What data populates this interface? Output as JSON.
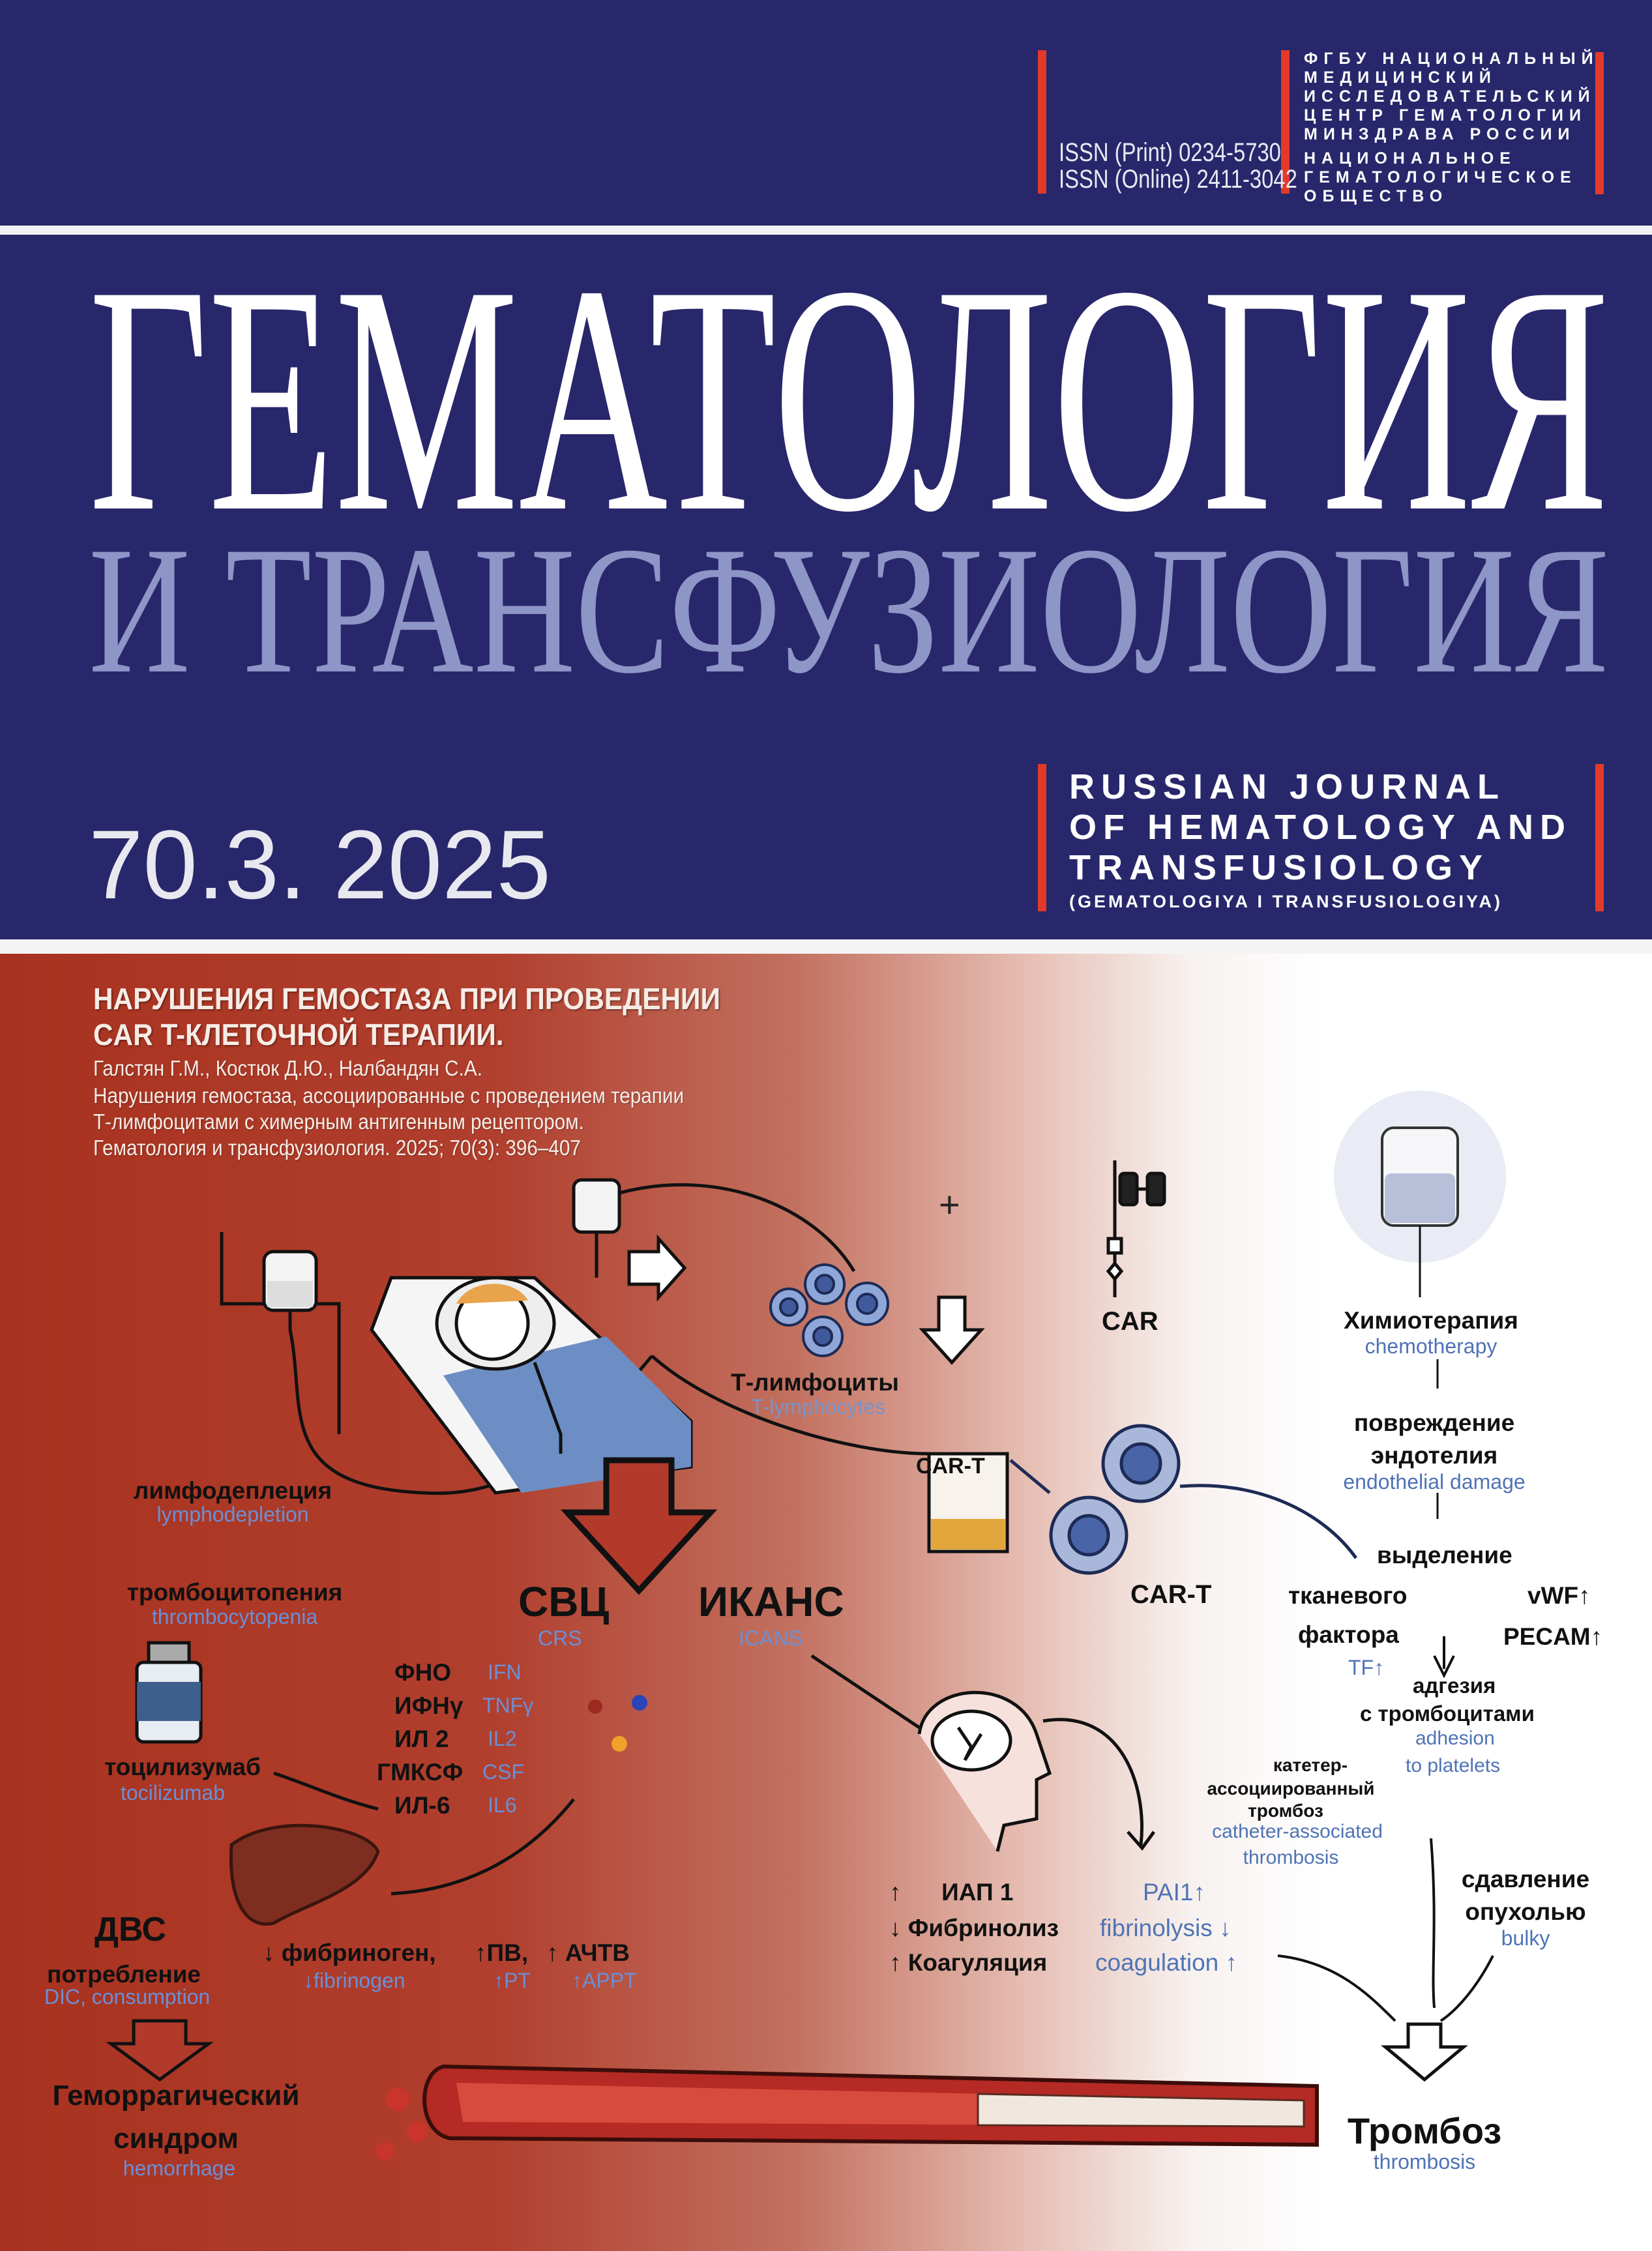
{
  "header": {
    "issn_print": "ISSN (Print) 0234-5730",
    "issn_online": "ISSN (Online) 2411-3042",
    "org_lines": [
      "ФГБУ НАЦИОНАЛЬНЫЙ",
      "МЕДИЦИНСКИЙ",
      "ИССЛЕДОВАТЕЛЬСКИЙ",
      "ЦЕНТР ГЕМАТОЛОГИИ",
      "МИНЗДРАВА РОССИИ"
    ],
    "society_lines": [
      "НАЦИОНАЛЬНОЕ",
      "ГЕМАТОЛОГИЧЕСКОЕ",
      "ОБЩЕСТВО"
    ],
    "accent_color": "#e23a2a",
    "background_color": "#28276b"
  },
  "masthead": {
    "title_line1": "ГЕМАТОЛОГИЯ",
    "title_line2": "И ТРАНСФУЗИОЛОГИЯ",
    "english_lines": [
      "RUSSIAN JOURNAL",
      "OF HEMATOLOGY AND",
      "TRANSFUSIOLOGY",
      "(GEMATOLOGIYA I TRANSFUSIOLOGIYA)"
    ],
    "issue": "70.3. 2025"
  },
  "article": {
    "title_lines": [
      "НАРУШЕНИЯ ГЕМОСТАЗА ПРИ ПРОВЕДЕНИИ",
      "CAR T-КЛЕТОЧНОЙ ТЕРАПИИ."
    ],
    "authors": "Галстян Г.М., Костюк Д.Ю., Налбандян С.А.",
    "citation_lines": [
      "Нарушения гемостаза, ассоциированные с проведением терапии",
      "Т-лимфоцитами с химерным антигенным рецептором.",
      "Гематология и трансфузиология. 2025; 70(3): 396–407"
    ]
  },
  "diagram": {
    "plus": "+",
    "lymphodepletion": {
      "ru": "лимфодеплеция",
      "en": "lymphodepletion"
    },
    "thrombocytopenia": {
      "ru": "тромбоцитопения",
      "en": "thrombocytopenia"
    },
    "tocilizumab": {
      "ru": "тоцилизумаб",
      "en": "tocilizumab"
    },
    "dic": {
      "ru": "ДВС",
      "ru2": "потребление",
      "en": "DIC, consumption"
    },
    "hemorrhage": {
      "ru1": "Геморрагический",
      "ru2": "синдром",
      "en": "hemorrhage"
    },
    "crs": {
      "ru": "СВЦ",
      "en": "CRS"
    },
    "icans": {
      "ru": "ИКАНС",
      "en": "ICANS"
    },
    "cytokines": [
      {
        "ru": "ФНО",
        "en": "IFN"
      },
      {
        "ru": "ИФНγ",
        "en": "TNFγ"
      },
      {
        "ru": "ИЛ 2",
        "en": "IL2"
      },
      {
        "ru": "ГМКСФ",
        "en": "CSF"
      },
      {
        "ru": "ИЛ-6",
        "en": "IL6"
      }
    ],
    "coag_tests": {
      "ru1": "↓ фибриноген,",
      "ru2": "↑ПВ,",
      "ru3": "↑ АЧТВ",
      "en1": "↓fibrinogen",
      "en2": "↑PT",
      "en3": "↑APPT"
    },
    "t_lymphocytes": {
      "ru": "Т-лимфоциты",
      "en": "T-lymphocytes"
    },
    "car": "CAR",
    "car_t": "CAR-T",
    "car_t_bag": "CAR-T",
    "chemotherapy": {
      "ru": "Химиотерапия",
      "en": "chemotherapy"
    },
    "endothelial": {
      "ru1": "повреждение",
      "ru2": "эндотелия",
      "en": "endothelial damage"
    },
    "tissue_factor": {
      "ru1": "выделение",
      "ru2": "тканевого",
      "ru3": "фактора",
      "en": "TF↑"
    },
    "vwf": "vWF↑",
    "pecam": "PECAM↑",
    "adhesion": {
      "ru1": "адгезия",
      "ru2": "с тромбоцитами",
      "en1": "adhesion",
      "en2": "to platelets"
    },
    "catheter": {
      "ru1": "катетер-",
      "ru2": "ассоциированный",
      "ru3": "тромбоз",
      "en1": "catheter-associated",
      "en2": "thrombosis"
    },
    "bulky": {
      "ru1": "сдавление",
      "ru2": "опухолью",
      "en": "bulky"
    },
    "pai": {
      "ru": "↑      ИАП 1",
      "en": "PAI1↑"
    },
    "fibrinolysis": {
      "ru": "↓ Фибринолиз",
      "en": "fibrinolysis ↓"
    },
    "coagulation": {
      "ru": "↑ Коагуляция",
      "en": "coagulation ↑"
    },
    "thrombosis": {
      "ru": "Тромбоз",
      "en": "thrombosis"
    }
  }
}
